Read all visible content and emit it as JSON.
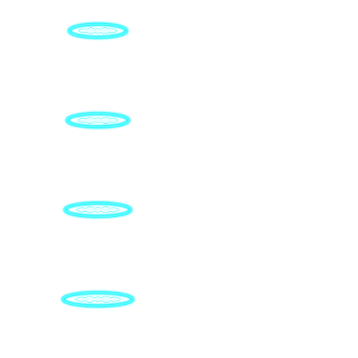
{
  "sprite_sheet": {
    "background_color": "#ffffff",
    "ring_color": "#00f4ff",
    "ring_core_color": "#e6ffff",
    "frames": [
      {
        "name": "ring-frame-1"
      },
      {
        "name": "ring-frame-2"
      },
      {
        "name": "ring-frame-3"
      },
      {
        "name": "ring-frame-4"
      }
    ]
  }
}
